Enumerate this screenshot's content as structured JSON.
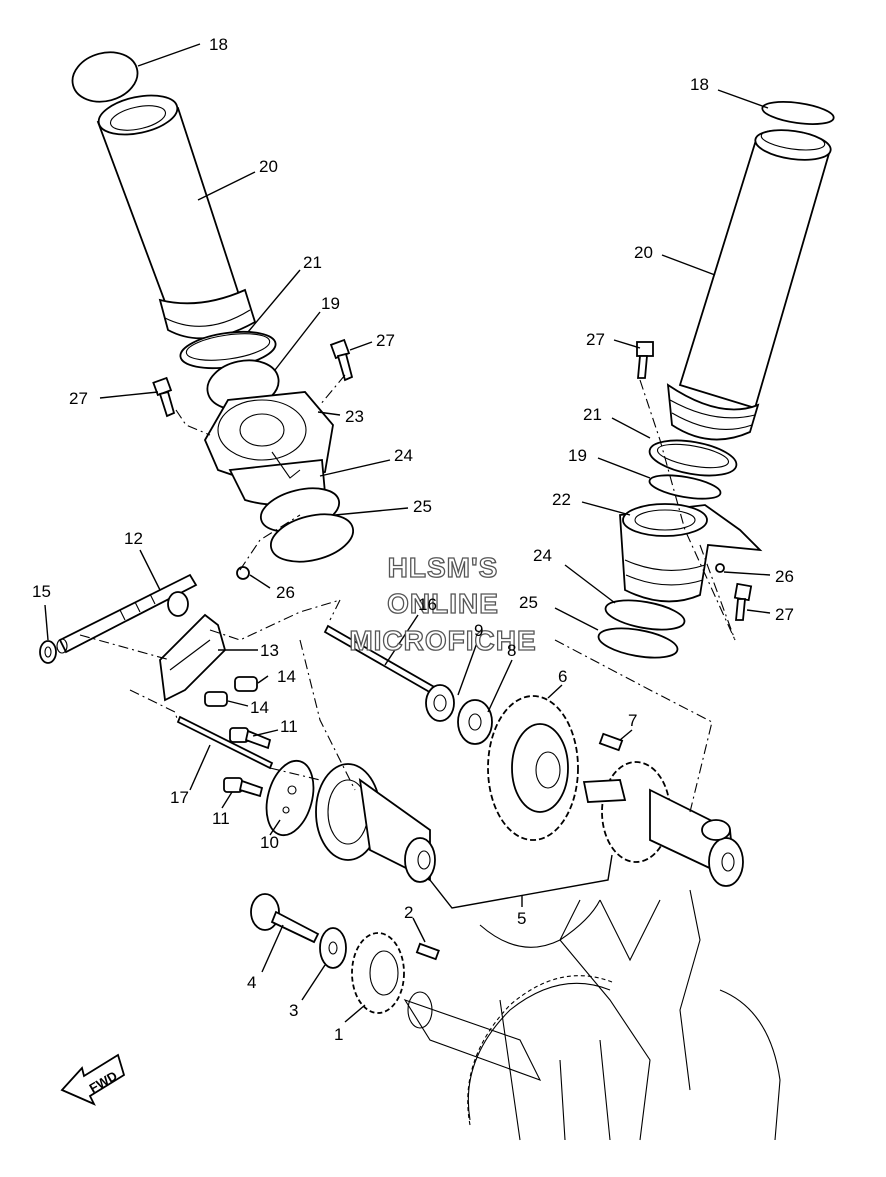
{
  "watermark": {
    "line1": "HLSM'S",
    "line2": "ONLINE",
    "line3": "MICROFICHE"
  },
  "fwd_label": "FWD",
  "callouts": [
    {
      "id": "c18a",
      "text": "18"
    },
    {
      "id": "c20a",
      "text": "20"
    },
    {
      "id": "c21a",
      "text": "21"
    },
    {
      "id": "c19a",
      "text": "19"
    },
    {
      "id": "c27a",
      "text": "27"
    },
    {
      "id": "c27b",
      "text": "27"
    },
    {
      "id": "c23",
      "text": "23"
    },
    {
      "id": "c24a",
      "text": "24"
    },
    {
      "id": "c25a",
      "text": "25"
    },
    {
      "id": "c26a",
      "text": "26"
    },
    {
      "id": "c12",
      "text": "12"
    },
    {
      "id": "c15",
      "text": "15"
    },
    {
      "id": "c16",
      "text": "16"
    },
    {
      "id": "c13",
      "text": "13"
    },
    {
      "id": "c14a",
      "text": "14"
    },
    {
      "id": "c14b",
      "text": "14"
    },
    {
      "id": "c9",
      "text": "9"
    },
    {
      "id": "c8",
      "text": "8"
    },
    {
      "id": "c6",
      "text": "6"
    },
    {
      "id": "c7",
      "text": "7"
    },
    {
      "id": "c11a",
      "text": "11"
    },
    {
      "id": "c11b",
      "text": "11"
    },
    {
      "id": "c17",
      "text": "17"
    },
    {
      "id": "c10",
      "text": "10"
    },
    {
      "id": "c5",
      "text": "5"
    },
    {
      "id": "c2",
      "text": "2"
    },
    {
      "id": "c4",
      "text": "4"
    },
    {
      "id": "c3",
      "text": "3"
    },
    {
      "id": "c1",
      "text": "1"
    },
    {
      "id": "c18b",
      "text": "18"
    },
    {
      "id": "c20b",
      "text": "20"
    },
    {
      "id": "c27c",
      "text": "27"
    },
    {
      "id": "c21b",
      "text": "21"
    },
    {
      "id": "c19b",
      "text": "19"
    },
    {
      "id": "c22",
      "text": "22"
    },
    {
      "id": "c26b",
      "text": "26"
    },
    {
      "id": "c27d",
      "text": "27"
    },
    {
      "id": "c24b",
      "text": "24"
    },
    {
      "id": "c25b",
      "text": "25"
    }
  ]
}
